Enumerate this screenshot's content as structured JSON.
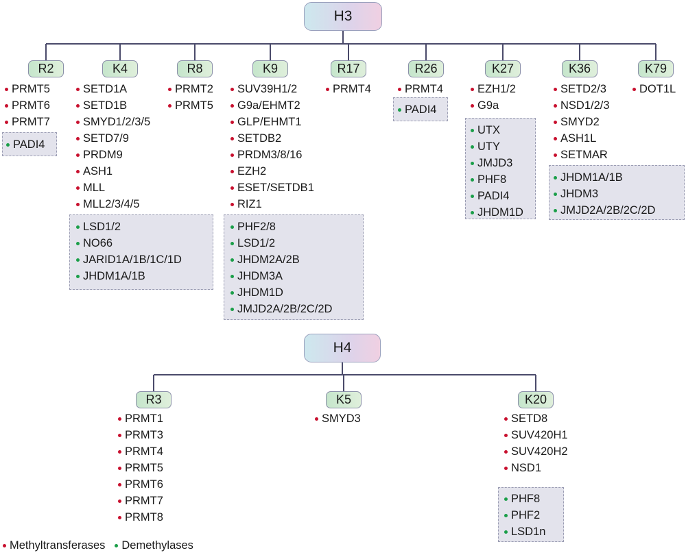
{
  "colors": {
    "methyltransferase": "#c8102e",
    "demethylase": "#1a9e48",
    "connector": "#4a4a6a"
  },
  "h3": {
    "label": "H3",
    "residues": [
      {
        "label": "R2",
        "methyltransferases": [
          "PRMT5",
          "PRMT6",
          "PRMT7"
        ],
        "demethylases": [
          "PADI4"
        ]
      },
      {
        "label": "K4",
        "methyltransferases": [
          "SETD1A",
          "SETD1B",
          "SMYD1/2/3/5",
          "SETD7/9",
          "PRDM9",
          "ASH1",
          "MLL",
          "MLL2/3/4/5"
        ],
        "demethylases": [
          "LSD1/2",
          "NO66",
          "JARID1A/1B/1C/1D",
          "JHDM1A/1B"
        ]
      },
      {
        "label": "R8",
        "methyltransferases": [
          "PRMT2",
          "PRMT5"
        ],
        "demethylases": []
      },
      {
        "label": "K9",
        "methyltransferases": [
          "SUV39H1/2",
          "G9a/EHMT2",
          "GLP/EHMT1",
          "SETDB2",
          "PRDM3/8/16",
          "EZH2",
          "ESET/SETDB1",
          "RIZ1"
        ],
        "demethylases": [
          "PHF2/8",
          "LSD1/2",
          "JHDM2A/2B",
          "JHDM3A",
          "JHDM1D",
          "JMJD2A/2B/2C/2D"
        ]
      },
      {
        "label": "R17",
        "methyltransferases": [
          "PRMT4"
        ],
        "demethylases": []
      },
      {
        "label": "R26",
        "methyltransferases": [
          "PRMT4"
        ],
        "demethylases": [
          "PADI4"
        ]
      },
      {
        "label": "K27",
        "methyltransferases": [
          "EZH1/2",
          "G9a"
        ],
        "demethylases": [
          "UTX",
          "UTY",
          "JMJD3",
          "PHF8",
          "PADI4",
          "JHDM1D"
        ]
      },
      {
        "label": "K36",
        "methyltransferases": [
          "SETD2/3",
          "NSD1/2/3",
          "SMYD2",
          "ASH1L",
          "SETMAR"
        ],
        "demethylases": [
          "JHDM1A/1B",
          "JHDM3",
          "JMJD2A/2B/2C/2D"
        ]
      },
      {
        "label": "K79",
        "methyltransferases": [
          "DOT1L"
        ],
        "demethylases": []
      }
    ]
  },
  "h4": {
    "label": "H4",
    "residues": [
      {
        "label": "R3",
        "methyltransferases": [
          "PRMT1",
          "PRMT3",
          "PRMT4",
          "PRMT5",
          "PRMT6",
          "PRMT7",
          "PRMT8"
        ],
        "demethylases": []
      },
      {
        "label": "K5",
        "methyltransferases": [
          "SMYD3"
        ],
        "demethylases": []
      },
      {
        "label": "K20",
        "methyltransferases": [
          "SETD8",
          "SUV420H1",
          "SUV420H2",
          "NSD1"
        ],
        "demethylases": [
          "PHF8",
          "PHF2",
          "LSD1n"
        ]
      }
    ]
  },
  "legend": {
    "methyltransferases": "Methyltransferases",
    "demethylases": "Demethylases"
  }
}
